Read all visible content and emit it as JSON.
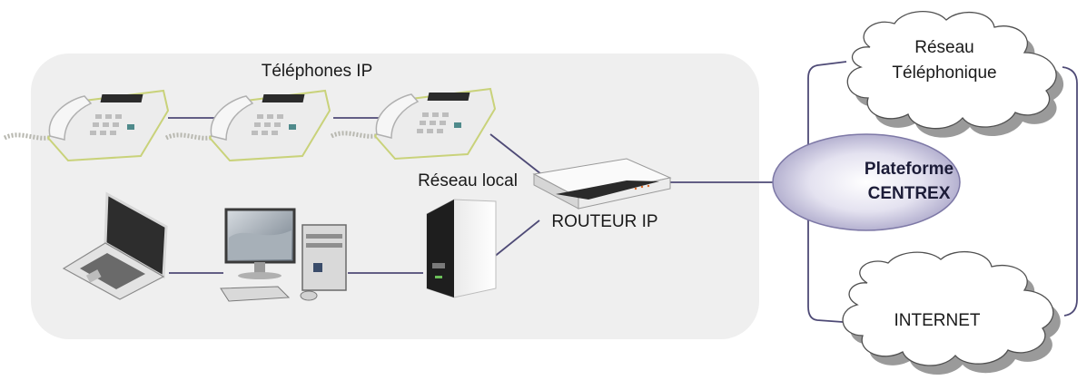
{
  "labels": {
    "phones": "Téléphones IP",
    "local_network": "Réseau local",
    "router": "ROUTEUR IP",
    "platform_line1": "Plateforme",
    "platform_line2": "CENTREX",
    "phone_network_line1": "Réseau",
    "phone_network_line2": "Téléphonique",
    "internet": "INTERNET"
  },
  "colors": {
    "lan_background": "#efefef",
    "link_line": "#4e4a76",
    "cloud_fill": "#ffffff",
    "cloud_shadow": "#9a9a9a",
    "platform_center": "#ffffff",
    "platform_edge": "#a9a5c8",
    "platform_text": "#1c1c38"
  },
  "icons": [
    "ip-phone-icon",
    "laptop-icon",
    "desktop-computer-icon",
    "server-tower-icon",
    "router-icon",
    "cloud-icon"
  ]
}
